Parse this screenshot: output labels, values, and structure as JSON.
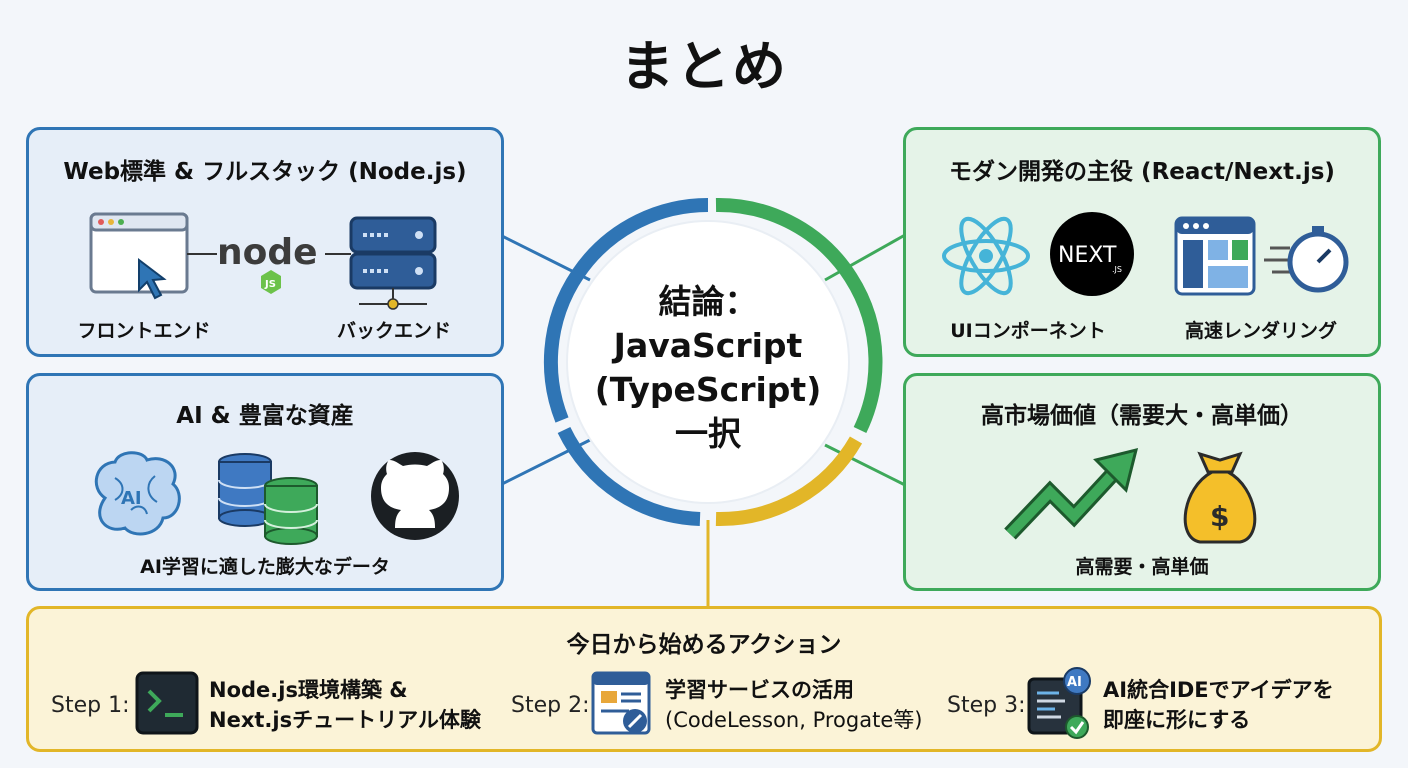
{
  "title": "まとめ",
  "center": {
    "line1": "結論：",
    "line2": "JavaScript",
    "line3": "(TypeScript)",
    "line4": "一択"
  },
  "panels": {
    "web": {
      "title": "Web標準 & フルスタック (Node.js)",
      "frontend": "フロントエンド",
      "backend": "バックエンド",
      "node_logo": "node",
      "node_js": "JS"
    },
    "modern": {
      "title": "モダン開発の主役 (React/Next.js)",
      "ui": "UIコンポーネント",
      "render": "高速レンダリング",
      "next_logo": "NEXT",
      "next_js": ".JS"
    },
    "ai": {
      "title": "AI & 豊富な資産",
      "caption": "AI学習に適した膨大なデータ",
      "brain_label": "AI"
    },
    "market": {
      "title": "高市場価値（需要大・高単価）",
      "caption": "高需要・高単価",
      "dollar": "$"
    }
  },
  "actions": {
    "title": "今日から始めるアクション",
    "steps": [
      {
        "label": "Step 1:",
        "line1": "Node.js環境構築 &",
        "line2": "Next.jsチュートリアル体験"
      },
      {
        "label": "Step 2:",
        "line1": "学習サービスの活用",
        "line2": "(CodeLesson, Progate等)"
      },
      {
        "label": "Step 3:",
        "line1": "AI統合IDEでアイデアを",
        "line2": "即座に形にする",
        "badge": "AI"
      }
    ]
  },
  "colors": {
    "blue": "#2f75b5",
    "green": "#3ea95a",
    "yellow": "#e2b628"
  }
}
